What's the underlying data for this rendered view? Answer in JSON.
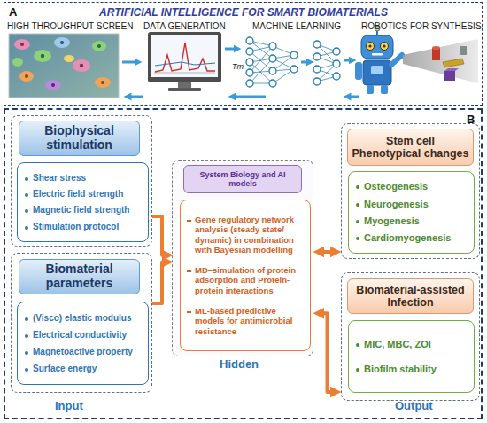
{
  "diagram": {
    "nodes": [
      {
        "text": [
          "A",
          "ARTIFICIAL INTELLIGENCE FOR SMART BIOMATERIALS"
        ]
      },
      {
        "text": [
          "B"
        ]
      },
      {
        "text": [
          "Biophysical stimulation"
        ],
        "in": 1
      },
      {
        "text": [
          "Shear stress",
          "Electric field strength",
          "Magnetic field strength",
          "Stimulation protocol"
        ],
        "in": 2
      },
      {
        "text": [
          "Biomaterial parameters"
        ],
        "in": 1
      },
      {
        "text": [
          "(Visco) elastic modulus",
          "Electrical conductivity",
          "Magnetoactive property",
          "Surface energy"
        ],
        "in": 4
      },
      {
        "text": [
          "System Biology and AI models"
        ],
        "in": 1
      },
      {
        "text": [
          "Gene regulatory network analysis (steady state/ dynamic) in combination with Bayesian modelling",
          "MD–simulation of protein adsorption and Protein-protein interactions",
          "ML-based predictive models for antimicrobial resistance"
        ],
        "in": 6
      },
      {
        "text": [
          "Stem cell Phenotypical changes"
        ],
        "in": 1
      },
      {
        "text": [
          "Osteogenesis",
          "Neurogenesis",
          "Myogenesis",
          "Cardiomyogenesis"
        ],
        "in": 8
      },
      {
        "text": [
          "Biomaterial-assisted Infection"
        ],
        "in": 1
      },
      {
        "text": [
          "MIC, MBC, ZOI",
          "Biofilm stability"
        ],
        "in": 10
      }
    ],
    "edges": [
      {
        "from": 2,
        "to": 6,
        "arrow": "to"
      },
      {
        "from": 4,
        "to": 6,
        "arrow": "to"
      },
      {
        "from": 6,
        "to": 8,
        "arrow": "both"
      },
      {
        "from": 6,
        "to": 10,
        "arrow": "both"
      }
    ],
    "labels": [
      "HIGH THROUGHPUT SCREEN",
      "DATA GENERATION",
      "MACHINE LEARNING",
      "ROBOTICS FOR SYNTHESIS",
      "Tm",
      "Input",
      "Hidden",
      "Output"
    ]
  }
}
